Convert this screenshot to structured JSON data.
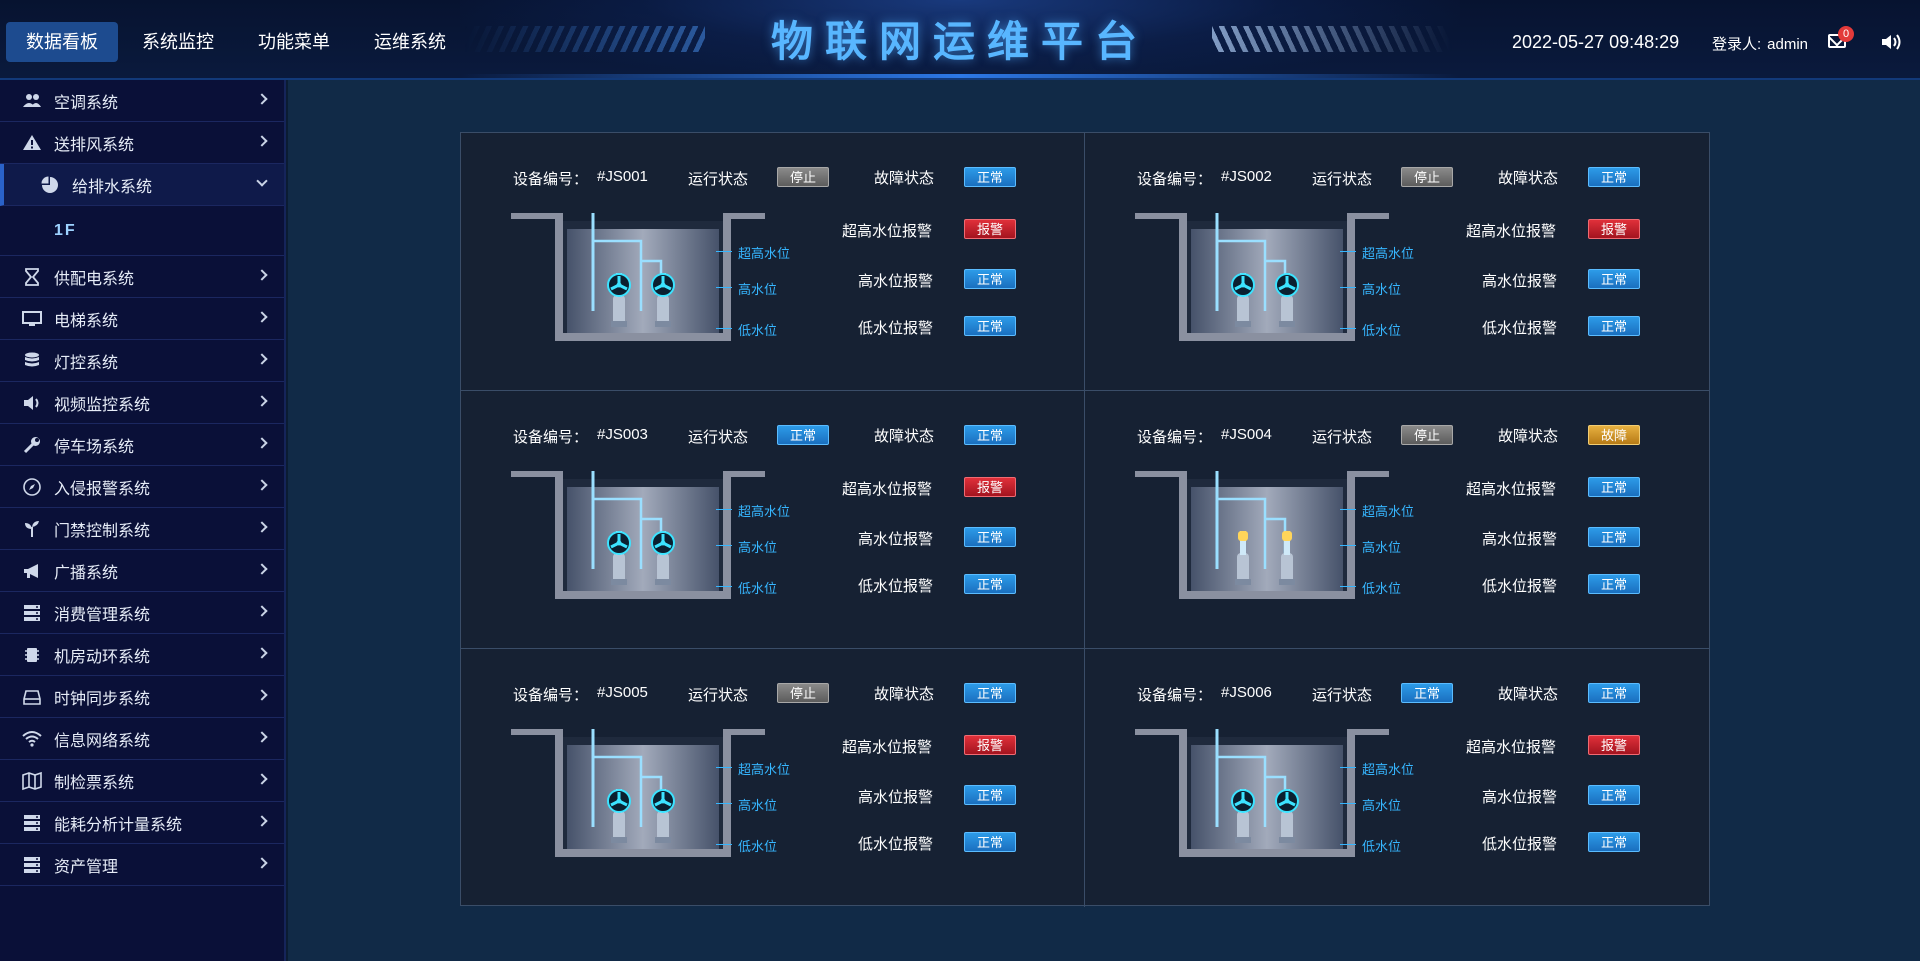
{
  "header": {
    "title": "物联网运维平台",
    "nav": [
      {
        "label": "数据看板",
        "active": true
      },
      {
        "label": "系统监控",
        "active": false
      },
      {
        "label": "功能菜单",
        "active": false
      },
      {
        "label": "运维系统",
        "active": false
      }
    ],
    "datetime": "2022-05-27 09:48:29",
    "login_label": "登录人:",
    "login_user": "admin",
    "message_count": "0"
  },
  "sidebar": {
    "items": [
      {
        "label": "空调系统",
        "icon": "users-icon"
      },
      {
        "label": "送排风系统",
        "icon": "warning-icon"
      },
      {
        "label": "给排水系统",
        "icon": "pie-chart-icon",
        "open": true,
        "children": [
          "1F"
        ]
      },
      {
        "label": "供配电系统",
        "icon": "hourglass-icon"
      },
      {
        "label": "电梯系统",
        "icon": "monitor-icon"
      },
      {
        "label": "灯控系统",
        "icon": "database-icon"
      },
      {
        "label": "视频监控系统",
        "icon": "volume-icon"
      },
      {
        "label": "停车场系统",
        "icon": "wrench-icon"
      },
      {
        "label": "入侵报警系统",
        "icon": "compass-icon"
      },
      {
        "label": "门禁控制系统",
        "icon": "plant-icon"
      },
      {
        "label": "广播系统",
        "icon": "bullhorn-icon"
      },
      {
        "label": "消费管理系统",
        "icon": "server-icon"
      },
      {
        "label": "机房动环系统",
        "icon": "chip-icon"
      },
      {
        "label": "时钟同步系统",
        "icon": "drive-icon"
      },
      {
        "label": "信息网络系统",
        "icon": "wifi-icon"
      },
      {
        "label": "制检票系统",
        "icon": "map-icon"
      },
      {
        "label": "能耗分析计量系统",
        "icon": "server-icon"
      },
      {
        "label": "资产管理",
        "icon": "server-icon"
      }
    ]
  },
  "labels": {
    "device_no": "设备编号：",
    "run_status": "运行状态",
    "fault_status": "故障状态",
    "super_high_alarm": "超高水位报警",
    "high_alarm": "高水位报警",
    "low_alarm": "低水位报警",
    "super_high_level": "超高水位",
    "high_level": "高水位",
    "low_level": "低水位"
  },
  "devices": [
    {
      "id": "#JS001",
      "run": {
        "text": "停止",
        "type": "stop"
      },
      "fault": {
        "text": "正常",
        "type": "normal"
      },
      "super_high": {
        "text": "报警",
        "type": "alarm"
      },
      "high": {
        "text": "正常",
        "type": "normal"
      },
      "low": {
        "text": "正常",
        "type": "normal"
      },
      "fans": true
    },
    {
      "id": "#JS002",
      "run": {
        "text": "停止",
        "type": "stop"
      },
      "fault": {
        "text": "正常",
        "type": "normal"
      },
      "super_high": {
        "text": "报警",
        "type": "alarm"
      },
      "high": {
        "text": "正常",
        "type": "normal"
      },
      "low": {
        "text": "正常",
        "type": "normal"
      },
      "fans": true
    },
    {
      "id": "#JS003",
      "run": {
        "text": "正常",
        "type": "normal"
      },
      "fault": {
        "text": "正常",
        "type": "normal"
      },
      "super_high": {
        "text": "报警",
        "type": "alarm"
      },
      "high": {
        "text": "正常",
        "type": "normal"
      },
      "low": {
        "text": "正常",
        "type": "normal"
      },
      "fans": true
    },
    {
      "id": "#JS004",
      "run": {
        "text": "停止",
        "type": "stop"
      },
      "fault": {
        "text": "故障",
        "type": "fault"
      },
      "super_high": {
        "text": "正常",
        "type": "normal"
      },
      "high": {
        "text": "正常",
        "type": "normal"
      },
      "low": {
        "text": "正常",
        "type": "normal"
      },
      "fans": false
    },
    {
      "id": "#JS005",
      "run": {
        "text": "停止",
        "type": "stop"
      },
      "fault": {
        "text": "正常",
        "type": "normal"
      },
      "super_high": {
        "text": "报警",
        "type": "alarm"
      },
      "high": {
        "text": "正常",
        "type": "normal"
      },
      "low": {
        "text": "正常",
        "type": "normal"
      },
      "fans": true
    },
    {
      "id": "#JS006",
      "run": {
        "text": "正常",
        "type": "normal"
      },
      "fault": {
        "text": "正常",
        "type": "normal"
      },
      "super_high": {
        "text": "报警",
        "type": "alarm"
      },
      "high": {
        "text": "正常",
        "type": "normal"
      },
      "low": {
        "text": "正常",
        "type": "normal"
      },
      "fans": true
    }
  ]
}
